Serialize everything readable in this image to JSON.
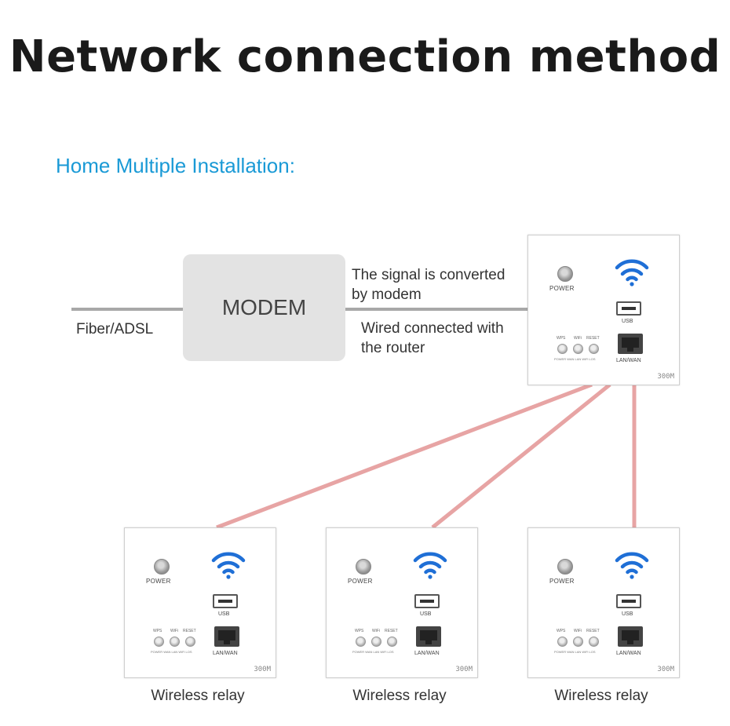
{
  "title": "Network connection method",
  "subtitle": "Home Multiple Installation:",
  "modem": {
    "label": "MODEM"
  },
  "input_label": "Fiber/ADSL",
  "signal_note": [
    "The signal is converted",
    "by modem"
  ],
  "wired_note": [
    "Wired connected with",
    "the router"
  ],
  "panel_labels": {
    "power": "POWER",
    "usb": "USB",
    "lan": "LAN/WAN",
    "buttons": [
      "WPS",
      "WiFi",
      "RESET"
    ],
    "indicators": "POWER WAN LAN WiFi LOS",
    "model": "300M"
  },
  "relays": [
    {
      "caption": "Wireless relay"
    },
    {
      "caption": "Wireless relay"
    },
    {
      "caption": "Wireless relay"
    }
  ],
  "colors": {
    "title": "#1a1a1a",
    "subtitle": "#1a9ad6",
    "modem_box": "#e3e3e3",
    "gray_line": "#a8a8a8",
    "relay_line": "#e7a4a4",
    "wifi_icon": "#1f6fd6"
  }
}
